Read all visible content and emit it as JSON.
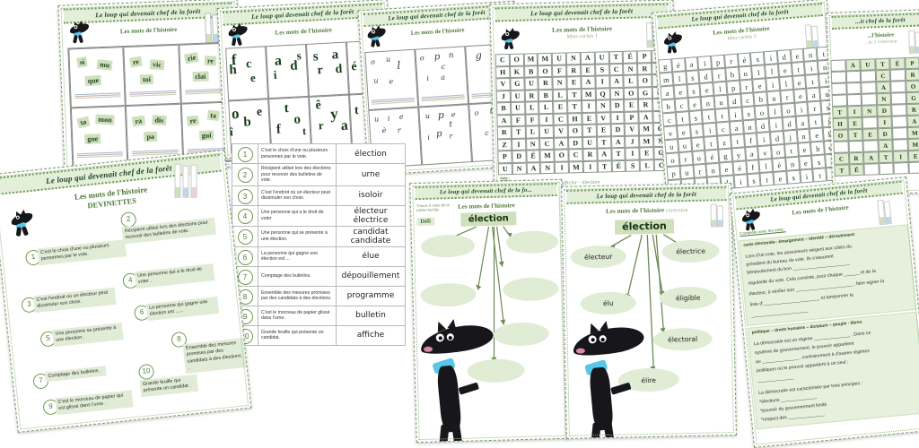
{
  "collage": {
    "background": "#ffffff",
    "accent_green": "#6f9a58",
    "banner_bg": "#e3efd9",
    "chip_bg": "#cfe0bd",
    "bubble_bg": "#e0ecd4"
  },
  "common": {
    "banner_title": "Le loup qui devenait chef de la forêt",
    "subtitle": "Les mots de l'histoire",
    "icon_wolf": "wolf-character",
    "icon_pencils": "pencils"
  },
  "syllables_page": {
    "banner_title": "Le loup qui devenait chef de la forêt",
    "subtitle": "Les mots de l'histoire",
    "cells": [
      {
        "chips": [
          "si",
          "mu",
          "que"
        ]
      },
      {
        "chips": [
          "re",
          "vic",
          "toi"
        ]
      },
      {
        "chips": [
          "rie",
          "re",
          "clai"
        ]
      },
      {
        "chips": [
          "ta",
          "mon",
          "gne"
        ]
      },
      {
        "chips": [
          "ra",
          "dis",
          "pa"
        ]
      },
      {
        "chips": [
          "re",
          "ta",
          "gui"
        ]
      }
    ]
  },
  "letters_page": {
    "banner_title": "Le loup qui devenait chef de la forêt",
    "subtitle": "Les mots de l'histoire",
    "cells": [
      {
        "letters": [
          "f",
          "c",
          "h",
          "e"
        ]
      },
      {
        "letters": [
          "a",
          "d",
          "i",
          "s"
        ]
      },
      {
        "letters": [
          "s",
          "r",
          "a",
          "d"
        ]
      },
      {
        "letters": [
          "é",
          "d",
          "a",
          "u"
        ]
      },
      {
        "letters": [
          "o",
          "b",
          "e",
          "î"
        ]
      },
      {
        "letters": [
          "t",
          "o",
          "f",
          "t"
        ]
      },
      {
        "letters": [
          "ê",
          "y",
          "r",
          "a"
        ]
      },
      {
        "letters": [
          "t",
          "a",
          "n",
          "e"
        ]
      }
    ]
  },
  "cursive_page": {
    "banner_title": "Le loup qui devenait chef de la forêt",
    "subtitle": "Les mots de l'histoire",
    "cells": [
      {
        "letters": [
          "o",
          "u",
          "l",
          "u",
          "e"
        ]
      },
      {
        "letters": [
          "o",
          "p",
          "n",
          "c",
          "i",
          "a"
        ]
      },
      {
        "letters": [
          "g",
          "e",
          "i",
          "c"
        ]
      },
      {
        "letters": [
          "u",
          "i",
          "e",
          "è",
          "r"
        ]
      },
      {
        "letters": [
          "u",
          "p",
          "e",
          "t",
          "i",
          "p",
          "r"
        ]
      },
      {
        "letters": [
          "o",
          "t",
          "c",
          "u"
        ]
      }
    ]
  },
  "answers_table": {
    "rows": [
      {
        "n": "1",
        "clue": "C'est le choix d'une ou plusieurs personnes par le vote.",
        "answer": "élection"
      },
      {
        "n": "2",
        "clue": "Récipient utilisé lors des élections pour recevoir des bulletins de vote.",
        "answer": "urne"
      },
      {
        "n": "3",
        "clue": "C'est l'endroit où un électeur peut dissimuler son choix.",
        "answer": "isoloir"
      },
      {
        "n": "4",
        "clue": "Une personne qui a le droit de voter",
        "answer": "électeur\nélectrice"
      },
      {
        "n": "5",
        "clue": "Une personne qui se présente à une élection.",
        "answer": "candidat\ncandidate"
      },
      {
        "n": "6",
        "clue": "La personne qui gagne une élection est ...",
        "answer": "élue"
      },
      {
        "n": "7",
        "clue": "Comptage des bulletins.",
        "answer": "dépouillement"
      },
      {
        "n": "8",
        "clue": "Ensemble des mesures promises par des candidats à des élections.",
        "answer": "programme"
      },
      {
        "n": "9",
        "clue": "C'est le morceau de papier glissé dans l'urne.",
        "answer": "bulletin"
      },
      {
        "n": "10",
        "clue": "Grande feuille qui présente un candidat.",
        "answer": "affiche"
      }
    ]
  },
  "devinettes_page": {
    "banner_title": "Le loup qui devenait chef de la forêt",
    "subtitle": "Les mots de l'histoire",
    "subtitle2": "DEVINETTES",
    "items": [
      {
        "n": "1",
        "text": "C'est le choix d'une ou plusieurs personnes par le vote."
      },
      {
        "n": "2",
        "text": "Récipient utilisé lors des élections pour recevoir des bulletins de vote."
      },
      {
        "n": "3",
        "text": "C'est l'endroit où un électeur peut dissimuler son choix ."
      },
      {
        "n": "4",
        "text": "Une personne qui a le droit de voter ."
      },
      {
        "n": "5",
        "text": "Une personne se présente à une élection ."
      },
      {
        "n": "6",
        "text": "La personne qui gagne une élection est ......"
      },
      {
        "n": "7",
        "text": "Comptage des bulletins ."
      },
      {
        "n": "8",
        "text": "Ensemble des mesures promises par des candidats à des élections ."
      },
      {
        "n": "9",
        "text": "C'est le morceau de papier qui est glissé dans l'urne ."
      },
      {
        "n": "10",
        "text": "Grande feuille qui présente un candidat ."
      }
    ]
  },
  "wordsearch1": {
    "banner_title": "Le loup qui devenait chef de la forêt",
    "subtitle": "Les mots de l'histoire",
    "subtitle2": "Mots cachés 1",
    "cols": 11,
    "grid": [
      [
        "C",
        "O",
        "M",
        "M",
        "U",
        "N",
        "A",
        "U",
        "T",
        "É",
        "P",
        "É"
      ],
      [
        "H",
        "K",
        "B",
        "O",
        "F",
        "R",
        "E",
        "S",
        "C",
        "N",
        "R",
        "L"
      ],
      [
        "V",
        "G",
        "U",
        "R",
        "N",
        "E",
        "A",
        "I",
        "A",
        "L",
        "O",
        "E"
      ],
      [
        "J",
        "U",
        "R",
        "B",
        "L",
        "T",
        "M",
        "Q",
        "N",
        "O",
        "G",
        "C"
      ],
      [
        "B",
        "U",
        "L",
        "L",
        "E",
        "T",
        "I",
        "N",
        "D",
        "E",
        "R",
        "T"
      ],
      [
        "A",
        "F",
        "F",
        "I",
        "C",
        "H",
        "E",
        "V",
        "I",
        "P",
        "A",
        "I"
      ],
      [
        "R",
        "T",
        "L",
        "U",
        "V",
        "O",
        "T",
        "E",
        "D",
        "V",
        "M",
        "O"
      ],
      [
        "Z",
        "I",
        "N",
        "C",
        "A",
        "D",
        "U",
        "T",
        "A",
        "J",
        "M",
        "N"
      ],
      [
        "P",
        "D",
        "É",
        "M",
        "O",
        "C",
        "R",
        "A",
        "T",
        "I",
        "E",
        "G"
      ],
      [
        "U",
        "N",
        "A",
        "N",
        "I",
        "M",
        "I",
        "T",
        "É",
        "S",
        "L",
        "C"
      ]
    ],
    "aide_label": "Aide :",
    "aide_words": "démocratie – urne – vote – affiche – élection"
  },
  "wordsearch2": {
    "banner_title": "Le loup qui devenait chef de la forêt",
    "subtitle": "Les mots de l'histoire",
    "subtitle2": "Mots cachés 2",
    "grid": [
      [
        "g",
        "é",
        "a",
        "i",
        "p",
        "r",
        "é",
        "s",
        "i",
        "d",
        "e",
        "n",
        "t"
      ],
      [
        "m",
        "l",
        "s",
        "d",
        "r",
        "b",
        "u",
        "l",
        "l",
        "e",
        "t",
        "i",
        "n"
      ],
      [
        "a",
        "e",
        "s",
        "e",
        "l",
        "p",
        "r",
        "e",
        "i",
        "l",
        "e",
        "t",
        "i"
      ],
      [
        "b",
        "c",
        "e",
        "n",
        "u",
        "d",
        "c",
        "b",
        "u",
        "r",
        "e",
        "a",
        "u"
      ],
      [
        "c",
        "t",
        "s",
        "t",
        "t",
        "i",
        "s",
        "o",
        "l",
        "o",
        "i",
        "r",
        "s"
      ],
      [
        "v",
        "e",
        "s",
        "i",
        "c",
        "a",
        "n",
        "d",
        "i",
        "d",
        "a",
        "t",
        "j"
      ],
      [
        "u",
        "u",
        "e",
        "t",
        "z",
        "t",
        "f",
        "i",
        "d",
        "j",
        "n",
        "e",
        "k"
      ],
      [
        "o",
        "r",
        "u",
        "é",
        "g",
        "y",
        "a",
        "v",
        "o",
        "t",
        "e",
        "h",
        "w"
      ],
      [
        "p",
        "u",
        "r",
        "n",
        "e",
        "é",
        "f",
        "l",
        "é",
        "n",
        "e",
        "s",
        "l"
      ],
      [
        "d",
        "é",
        "n",
        "e",
        "l",
        "i",
        "s",
        "t",
        "e",
        "s",
        "i",
        "t",
        "e"
      ]
    ]
  },
  "wordsearch1_correction": {
    "banner_title": "...it chef de la forêt",
    "subtitle": "...l'histoire",
    "subtitle2": "...és 1    correction",
    "grid": [
      [
        "",
        "A",
        "U",
        "T",
        "É",
        "P",
        "É"
      ],
      [
        "",
        "",
        "",
        "C",
        "",
        "R",
        "L"
      ],
      [
        "",
        "",
        "",
        "A",
        "",
        "O",
        "E"
      ],
      [
        "",
        "",
        "",
        "N",
        "",
        "G",
        "C"
      ],
      [
        "T",
        "I",
        "N",
        "D",
        "",
        "R",
        "T"
      ],
      [
        "H",
        "E",
        "",
        "I",
        "",
        "A",
        "I"
      ],
      [
        "O",
        "T",
        "E",
        "D",
        "",
        "M",
        "O"
      ],
      [
        "",
        "",
        "",
        "A",
        "",
        "M",
        "N"
      ],
      [
        "C",
        "R",
        "A",
        "T",
        "I",
        "E",
        ""
      ],
      [
        "T",
        "É",
        "",
        "",
        "",
        "",
        ""
      ]
    ]
  },
  "mindmap_blank": {
    "banner_title": "Le loup qui devenait chef de la fo...",
    "subtitle": "Les mots de l'histoire",
    "root": "élection",
    "defi_label": "Défi",
    "defi_note": "Trouve 6 mots de la même famille",
    "bubbles": [
      "",
      "",
      "",
      "",
      "",
      ""
    ]
  },
  "mindmap_correction": {
    "banner_title": "Le loup qui devenait chef de la forêt",
    "subtitle": "Les mots de l'histoire",
    "subtitle2": "correction",
    "root": "élection",
    "bubbles": [
      "électeur",
      "électrice",
      "élu",
      "éligible",
      "électoral",
      "élire"
    ]
  },
  "fill_doc": {
    "banner_title": "Le loup qui devenait chef de la forêt",
    "subtitle": "Les mots de l'histoire",
    "instruction": "Complète avec les mots :",
    "block1": {
      "wordbank": "carte électorale– émargement – identité – déroulement",
      "lines": [
        "Lors d'un vote, les assesseurs siègent aux côtés du",
        "président du bureau de vote. Ils s'assurent",
        "bénévolement du bon ______________________",
        "régularité du vote. Cela consiste, pour chaque ______ et de la",
        "électeur, à vérifier son ______________________ , faire signer la",
        "liste d'______________________ et tamponner la",
        "______________________"
      ]
    },
    "block2": {
      "wordbank": "politique – droits humains – dictature – peuple - libres",
      "lines": [
        "La démocratie est un régime ______________ . Dans ce",
        "système de gouvernement, le pouvoir appartient",
        "au ______________ , contrairement à d'autres régimes",
        "politiques où le pouvoir appartient à un seul :",
        "______________",
        "La démocratie est caractérisée par trois principes :",
        "*élections ______________",
        "*pouvoir du gouvernement limité",
        "*respect des ______________"
      ]
    }
  }
}
